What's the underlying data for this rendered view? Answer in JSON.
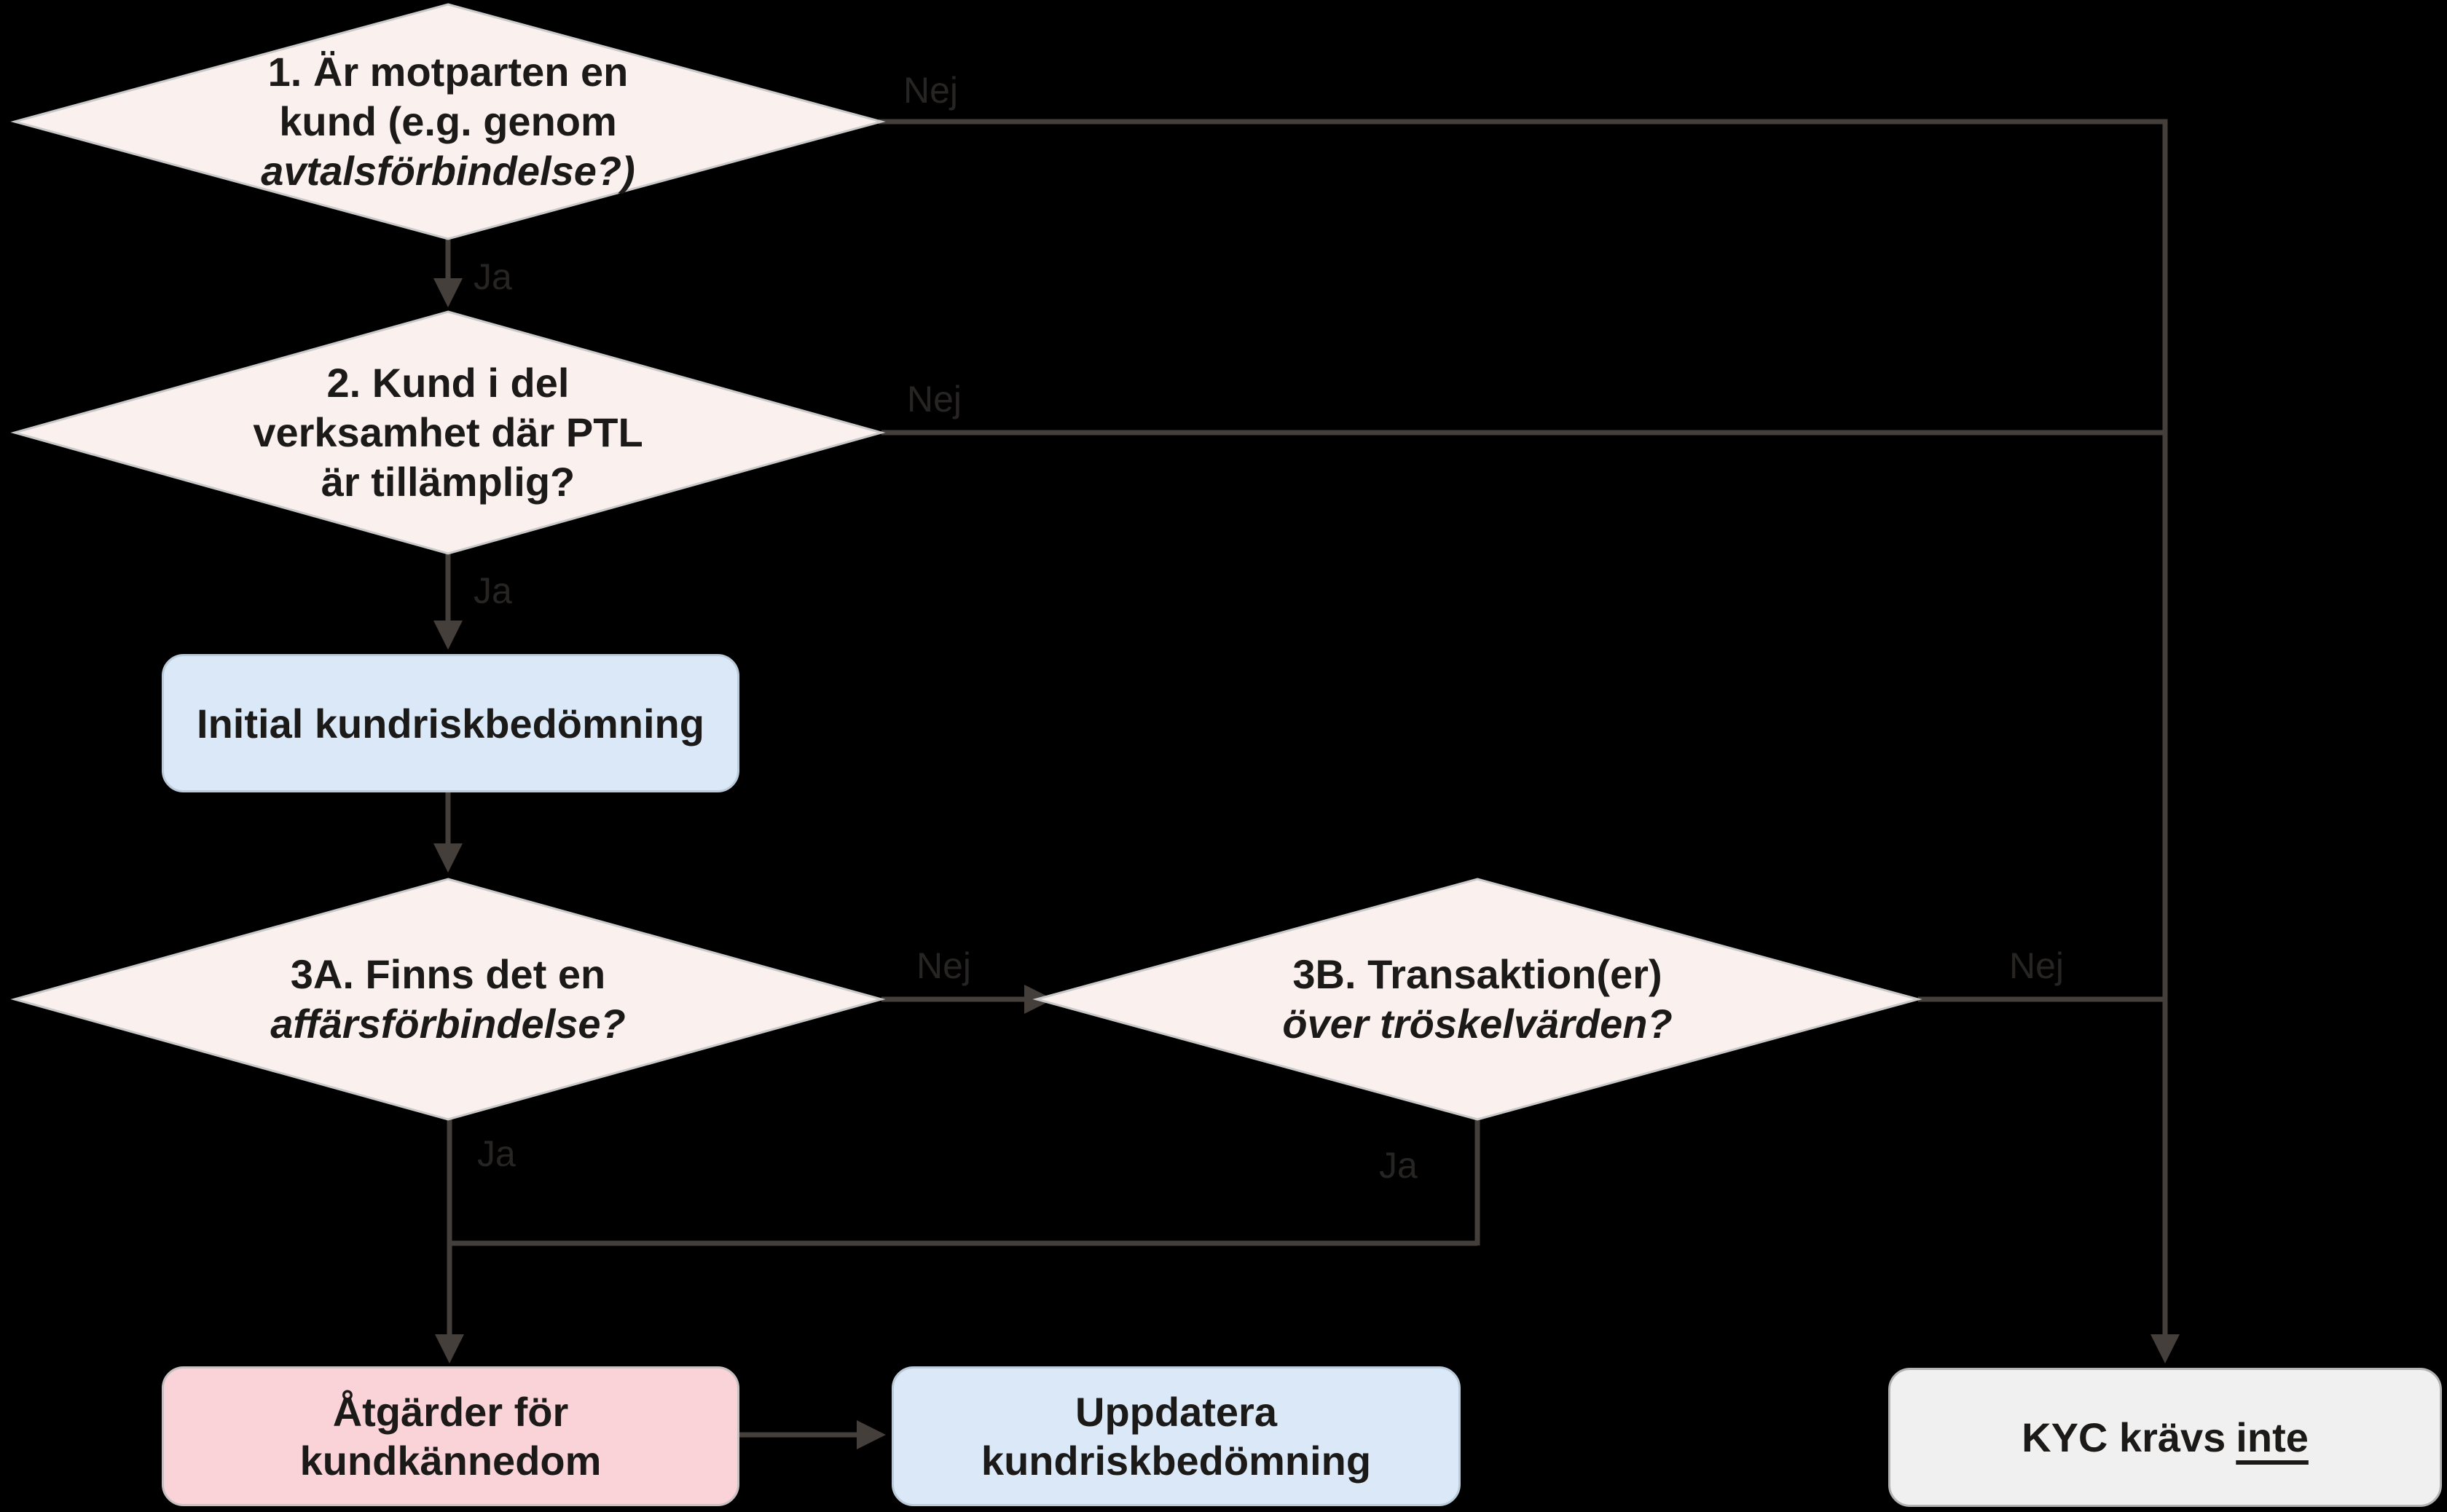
{
  "diagram": {
    "title_hint": "KYC decision flowchart (Swedish)",
    "palette": {
      "background": "#000000",
      "connector_line": "#453F3B",
      "edge_label_text": "#272523",
      "node_text": "#1C1A19",
      "diamond_fill": "#FAF1EE",
      "diamond_border": "#C9C9C9",
      "process_blue_fill": "#DAE8F7",
      "process_pink_fill": "#FAD3D8",
      "terminal_grey_fill": "#F0F0F0"
    },
    "nodes": {
      "decision1": {
        "line1": "1. Är motparten en",
        "line2": "kund (e.g. genom",
        "line3": "avtalsförbindelse?)"
      },
      "decision2": {
        "line1": "2. Kund i del",
        "line2": "verksamhet där PTL",
        "line3": "är tillämplig?"
      },
      "process_initial": {
        "label": "Initial kundriskbedömning"
      },
      "decision3a": {
        "line1": "3A. Finns det en",
        "line2": "affärsförbindelse?"
      },
      "decision3b": {
        "line1": "3B. Transaktion(er)",
        "line2": "över tröskelvärden?"
      },
      "process_atgarder": {
        "line1": "Åtgärder för",
        "line2": "kundkännedom"
      },
      "process_uppdatera": {
        "line1": "Uppdatera",
        "line2": "kundriskbedömning"
      },
      "terminal_kyc": {
        "text": "KYC krävs",
        "underlined": "inte"
      }
    },
    "edge_labels": {
      "nej1": "Nej",
      "ja1": "Ja",
      "nej2": "Nej",
      "ja2": "Ja",
      "nej3a": "Nej",
      "ja3a": "Ja",
      "nej3b": "Nej",
      "ja3b": "Ja"
    }
  }
}
